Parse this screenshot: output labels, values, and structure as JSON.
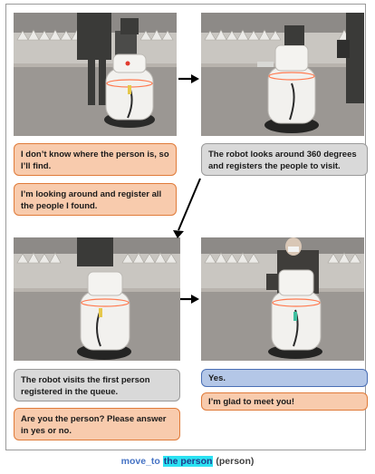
{
  "panels": [
    {
      "photo_name": "photo-robot-start",
      "bubbles": [
        {
          "style": "orange",
          "text": "I don’t know where the person is, so I’ll find."
        },
        {
          "style": "orange",
          "text": "I’m looking around and register all the people I found."
        }
      ]
    },
    {
      "photo_name": "photo-robot-rotating",
      "bubbles": [
        {
          "style": "gray",
          "text": "The robot looks around 360 degrees and registers the people to visit."
        }
      ]
    },
    {
      "photo_name": "photo-robot-visiting",
      "bubbles": [
        {
          "style": "gray",
          "text": "The robot visits the first person registered in the queue."
        },
        {
          "style": "orange",
          "text": "Are you the person? Please answer in yes or no."
        }
      ]
    },
    {
      "photo_name": "photo-robot-meeting-person",
      "bubbles": [
        {
          "style": "blue",
          "text": "Yes."
        },
        {
          "style": "orange",
          "text": "I’m glad to meet you!"
        }
      ]
    }
  ],
  "caption": {
    "command": "move_to",
    "highlight": "the person",
    "suffix": "(person)"
  },
  "colors": {
    "robot_bubble": "#f8cbad",
    "robot_border": "#e07b39",
    "narration_bubble": "#d9d9d9",
    "human_bubble": "#b4c7e7",
    "highlight": "#2be2f2",
    "command": "#4472c4"
  }
}
